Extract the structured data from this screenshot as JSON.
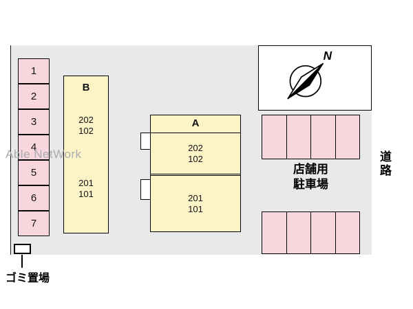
{
  "watermark": "Able NetWork",
  "compass": {
    "north_label": "N"
  },
  "left_parking": {
    "spaces": [
      "1",
      "2",
      "3",
      "4",
      "5",
      "6",
      "7"
    ]
  },
  "building_b": {
    "label": "B",
    "upper_units": [
      "202",
      "102"
    ],
    "lower_units": [
      "201",
      "101"
    ]
  },
  "building_a": {
    "label": "A",
    "upper_units": [
      "202",
      "102"
    ],
    "lower_units": [
      "201",
      "101"
    ]
  },
  "store_parking": {
    "label_line1": "店舗用",
    "label_line2": "駐車場",
    "top_row_spaces": 4,
    "bottom_row_spaces": 4
  },
  "road_label": "道路",
  "garbage_label": "ゴミ置場",
  "colors": {
    "site_gray": "#e9e9e9",
    "parking_pink": "#f8d6de",
    "building_yellow": "#fcf4c6",
    "outline_black": "#000000",
    "watermark_gray": "#a9acb0"
  }
}
